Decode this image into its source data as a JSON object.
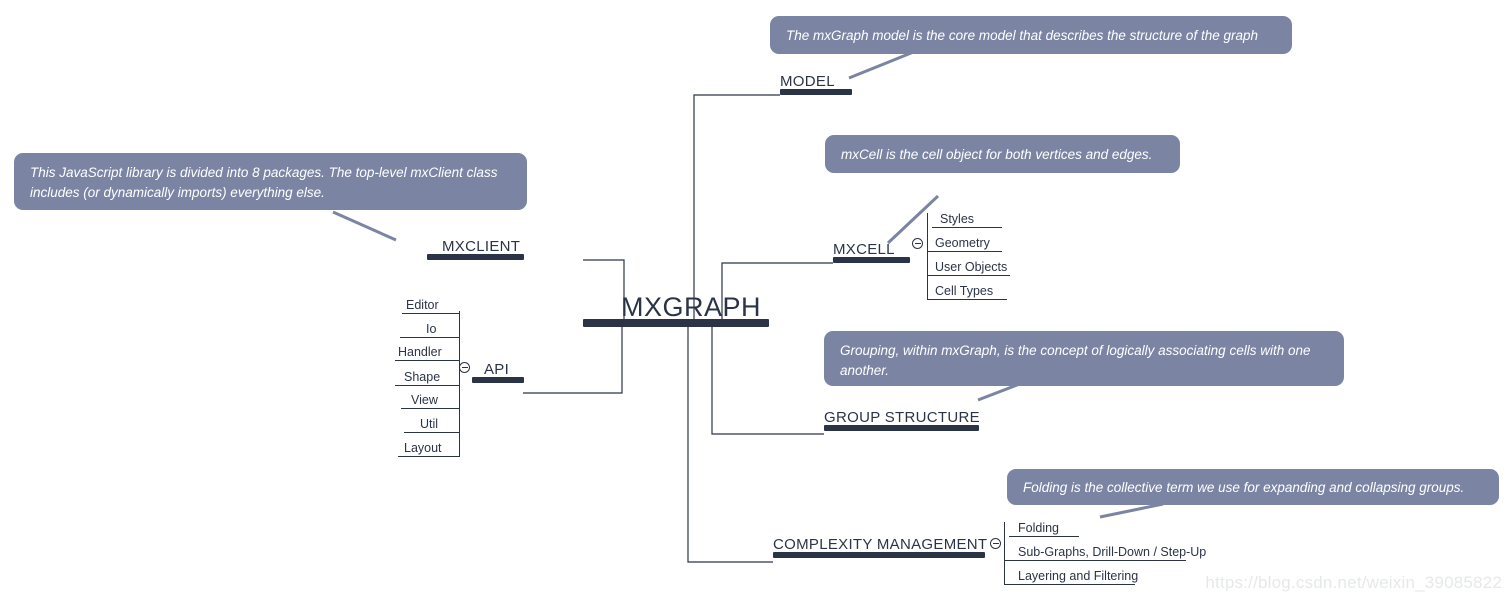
{
  "diagram": {
    "title": "mxGraph mind map",
    "colors": {
      "node_bar": "#2b3447",
      "text": "#2b3447",
      "callout_bg": "#7b85a3",
      "callout_text": "#ffffff",
      "background": "#ffffff",
      "watermark": "#e6e8ea"
    },
    "center": {
      "label": "MXGRAPH"
    },
    "branches": [
      {
        "id": "model",
        "label": "MODEL"
      },
      {
        "id": "mxcell",
        "label": "MXCELL"
      },
      {
        "id": "group",
        "label": "GROUP STRUCTURE"
      },
      {
        "id": "complexity",
        "label": "COMPLEXITY MANAGEMENT"
      },
      {
        "id": "api",
        "label": "API"
      },
      {
        "id": "mxclient",
        "label": "MXCLIENT"
      }
    ],
    "sublists": {
      "api": [
        "Editor",
        "Io",
        "Handler",
        "Shape",
        "View",
        "Util",
        "Layout"
      ],
      "mxcell": [
        "Styles",
        "Geometry",
        "User Objects",
        "Cell Types"
      ],
      "complexity": [
        "Folding",
        "Sub-Graphs, Drill-Down / Step-Up",
        "Layering and Filtering"
      ]
    },
    "callouts": [
      {
        "id": "model-note",
        "text": "The mxGraph model is the core model that describes the structure of the graph"
      },
      {
        "id": "mxclient-note",
        "text": "This JavaScript library is divided into 8 packages.  The top-level mxClient class includes (or dynamically imports) everything else."
      },
      {
        "id": "mxcell-note",
        "text": "mxCell is the cell object for both vertices and edges."
      },
      {
        "id": "group-note",
        "text": "Grouping, within mxGraph, is the concept of logically associating cells with one another."
      },
      {
        "id": "folding-note",
        "text": "Folding is the collective term we use for expanding and collapsing groups."
      }
    ],
    "watermark": "https://blog.csdn.net/weixin_39085822"
  }
}
